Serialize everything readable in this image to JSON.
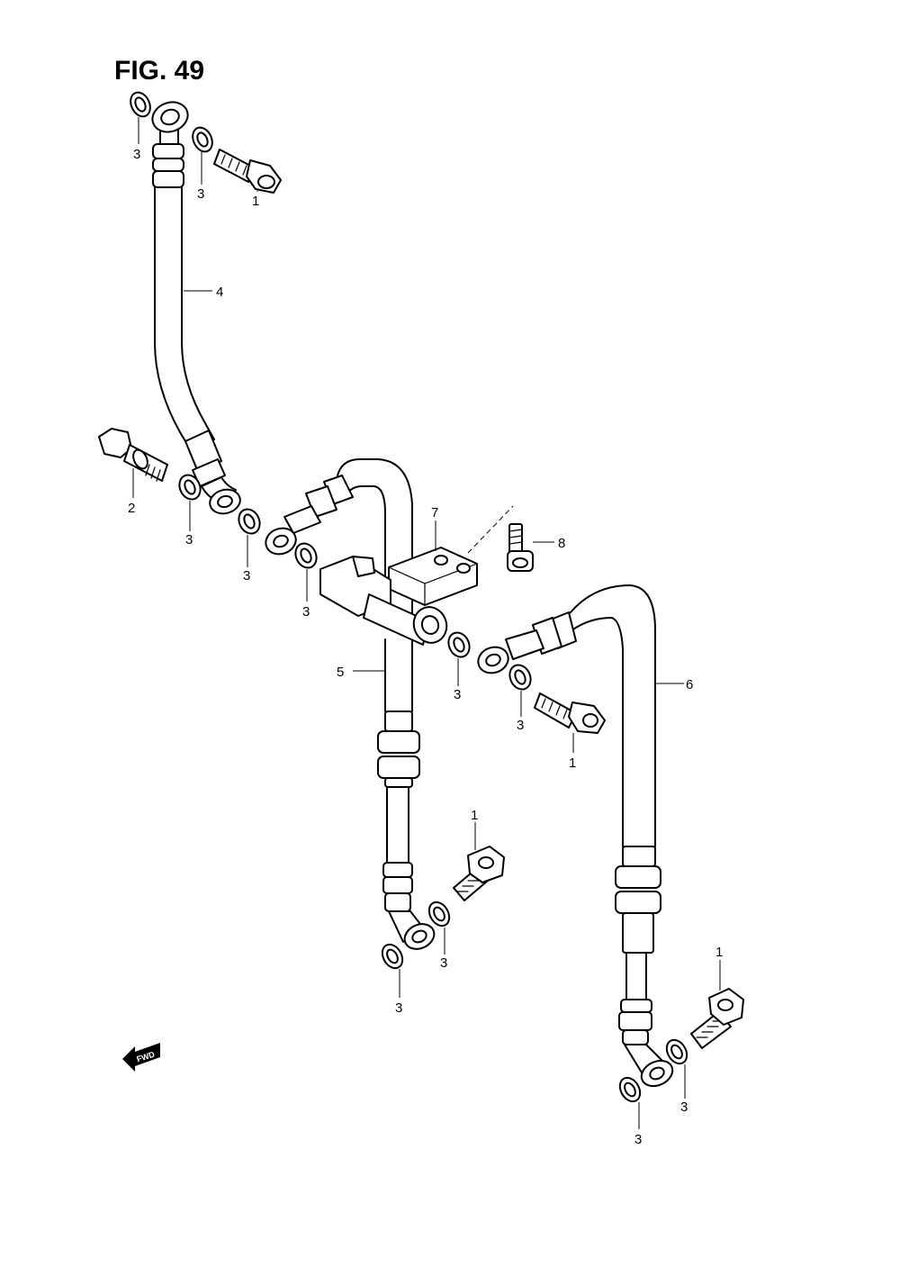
{
  "figure": {
    "title": "FIG. 49",
    "fwd_label": "FWD"
  },
  "callouts": [
    {
      "id": "c1",
      "label": "3"
    },
    {
      "id": "c2",
      "label": "3"
    },
    {
      "id": "c3",
      "label": "1"
    },
    {
      "id": "c4",
      "label": "4"
    },
    {
      "id": "c5",
      "label": "2"
    },
    {
      "id": "c6",
      "label": "3"
    },
    {
      "id": "c7",
      "label": "3"
    },
    {
      "id": "c8",
      "label": "7"
    },
    {
      "id": "c9",
      "label": "8"
    },
    {
      "id": "c10",
      "label": "3"
    },
    {
      "id": "c11",
      "label": "5"
    },
    {
      "id": "c12",
      "label": "3"
    },
    {
      "id": "c13",
      "label": "3"
    },
    {
      "id": "c14",
      "label": "1"
    },
    {
      "id": "c15",
      "label": "6"
    },
    {
      "id": "c16",
      "label": "1"
    },
    {
      "id": "c17",
      "label": "3"
    },
    {
      "id": "c18",
      "label": "3"
    },
    {
      "id": "c19",
      "label": "1"
    },
    {
      "id": "c20",
      "label": "3"
    },
    {
      "id": "c21",
      "label": "3"
    }
  ]
}
